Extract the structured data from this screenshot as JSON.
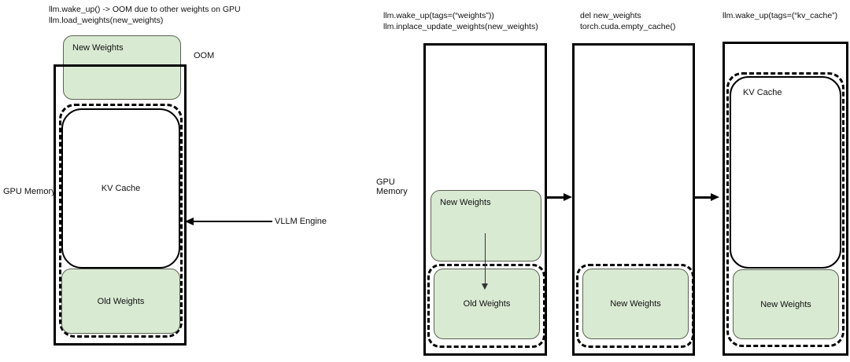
{
  "left_panel": {
    "caption": {
      "line1": "llm.wake_up() -> OOM due to other weights on GPU",
      "line2": "llm.load_weights(new_weights)"
    },
    "oom_label": "OOM",
    "gpu_memory_label": "GPU Memory",
    "new_weights_box": "New Weights",
    "kv_cache_box": "KV Cache",
    "old_weights_box": "Old Weights",
    "vllm_engine_label": "VLLM Engine"
  },
  "right_panel": {
    "gpu_memory_label": {
      "line1": "GPU",
      "line2": "Memory"
    },
    "steps": [
      {
        "caption": {
          "line1": "llm.wake_up(tags=(“weights”))",
          "line2": "llm.inplace_update_weights(new_weights)"
        },
        "new_weights_box": "New Weights",
        "old_weights_box": "Old Weights"
      },
      {
        "caption": {
          "line1": "del new_weights",
          "line2": "torch.cuda.empty_cache()"
        },
        "new_weights_box": "New Weights"
      },
      {
        "caption": {
          "line1": "llm.wake_up(tags=(“kv_cache”)",
          "line2": ""
        },
        "kv_cache_box": "KV Cache",
        "new_weights_box": "New Weights"
      }
    ]
  },
  "colors": {
    "box_green": "#d9ead3",
    "box_border": "#5c6152",
    "stroke": "#000000"
  }
}
